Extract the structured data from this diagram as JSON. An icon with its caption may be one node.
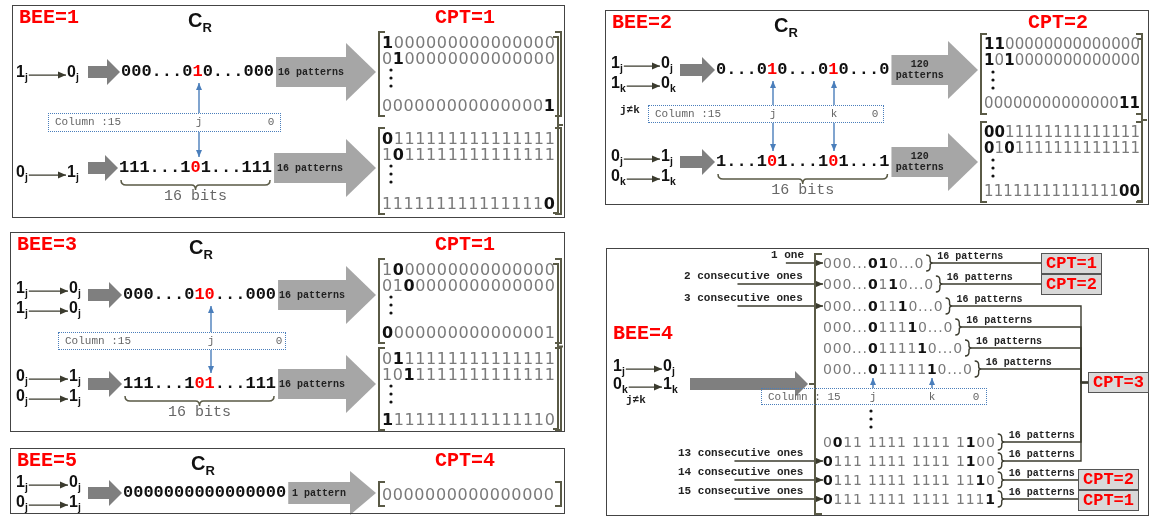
{
  "diagram": {
    "nodes": [
      {
        "text": [
          "BEE=1",
          "C$_{R}$"
        ]
      },
      {
        "text": [
          "1$_{j}$"
        ],
        "in": 0
      },
      {
        "text": [
          "0$_{j}$"
        ],
        "in": 0
      },
      {
        "text": [
          "000...0**1**0...000"
        ],
        "in": 0
      },
      {
        "text": [
          "Column :15",
          "j",
          "0"
        ],
        "in": 0
      },
      {
        "text": [
          "0$_{j}$"
        ],
        "in": 0
      },
      {
        "text": [
          "1$_{j}$"
        ],
        "in": 0
      },
      {
        "text": [
          "111...1**0**1...111"
        ],
        "beside": [
          "16 bits"
        ],
        "in": 0
      },
      {
        "text": [
          "CPT=1"
        ],
        "in": 0
      },
      {
        "text": [
          "**1**000000000000000",
          "0**1**00000000000000",
          "000000000000000**1**"
        ],
        "in": 8
      },
      {
        "text": [
          "**0**111111111111111",
          "1**0**11111111111111",
          "111111111111111**0**"
        ],
        "in": 8
      },
      {
        "text": [
          "BEE=2",
          "C$_{R}$"
        ]
      },
      {
        "text": [
          "1$_{j}$"
        ],
        "in": 11
      },
      {
        "text": [
          "0$_{j}$"
        ],
        "in": 11
      },
      {
        "text": [
          "1$_{k}$"
        ],
        "in": 11
      },
      {
        "text": [
          "0$_{k}$"
        ],
        "in": 11
      },
      {
        "text": [
          "0...0**1**0...0**1**0...0"
        ],
        "in": 11
      },
      {
        "text": [
          "Column :15",
          "j",
          "k",
          "0"
        ],
        "in": 11
      },
      {
        "text": [
          "0$_{j}$"
        ],
        "in": 11
      },
      {
        "text": [
          "1$_{j}$"
        ],
        "in": 11
      },
      {
        "text": [
          "0$_{k}$"
        ],
        "in": 11
      },
      {
        "text": [
          "1$_{k}$"
        ],
        "in": 11
      },
      {
        "text": [
          "1...1**0**1...1**0**1...1"
        ],
        "beside": [
          "16 bits"
        ],
        "in": 11
      },
      {
        "text": [
          "CPT=2"
        ],
        "in": 11
      },
      {
        "text": [
          "**11**00000000000000",
          "**1**0**1**0000000000000",
          "00000000000000**11**"
        ],
        "in": 23
      },
      {
        "text": [
          "**00**11111111111111",
          "**0**1**0**1111111111111",
          "11111111111111**00**"
        ],
        "in": 23
      },
      {
        "text": [
          "BEE=3",
          "C$_{R}$"
        ]
      },
      {
        "text": [
          "1$_{j}$"
        ],
        "in": 26
      },
      {
        "text": [
          "0$_{j}$"
        ],
        "in": 26
      },
      {
        "text": [
          "1$_{j}$"
        ],
        "in": 26
      },
      {
        "text": [
          "0$_{j}$"
        ],
        "in": 26
      },
      {
        "text": [
          "000...0**10**...000"
        ],
        "in": 26
      },
      {
        "text": [
          "Column :15",
          "j",
          "0"
        ],
        "in": 26
      },
      {
        "text": [
          "0$_{j}$"
        ],
        "in": 26
      },
      {
        "text": [
          "1$_{j}$"
        ],
        "in": 26
      },
      {
        "text": [
          "0$_{j}$"
        ],
        "in": 26
      },
      {
        "text": [
          "1$_{j}$"
        ],
        "in": 26
      },
      {
        "text": [
          "111...1**01**...111"
        ],
        "beside": [
          "16 bits"
        ],
        "in": 26
      },
      {
        "text": [
          "CPT=1"
        ],
        "in": 26
      },
      {
        "text": [
          "1**0**00000000000000",
          "01**0**0000000000000",
          "**0**000000000000001"
        ],
        "in": 38
      },
      {
        "text": [
          "0**1**11111111111111",
          "10**1**1111111111111",
          "**1**111111111111110"
        ],
        "in": 38
      },
      {
        "text": [
          "BEE=4"
        ]
      },
      {
        "text": [
          "1$_{j}$"
        ],
        "in": 41
      },
      {
        "text": [
          "0$_{j}$"
        ],
        "in": 41
      },
      {
        "text": [
          "0$_{k}$"
        ],
        "in": 41
      },
      {
        "text": [
          "1$_{k}$"
        ],
        "in": 41
      },
      {
        "text": [],
        "shape": "bracket",
        "in": 41
      },
      {
        "text": [
          "1 one"
        ],
        "in": 41
      },
      {
        "text": [
          "000...**01**0...0"
        ],
        "in": 41
      },
      {
        "text": [
          "CPT=1"
        ],
        "in": 41
      },
      {
        "text": [
          "2 consecutive ones"
        ],
        "in": 41
      },
      {
        "text": [
          "000...**0**1**1**0...0"
        ],
        "in": 41
      },
      {
        "text": [
          "CPT=2"
        ],
        "in": 41
      },
      {
        "text": [
          "3 consecutive ones"
        ],
        "in": 41
      },
      {
        "text": [
          "000...**0**11**1**0...0"
        ],
        "in": 41
      },
      {
        "text": [
          "000...**0**111**1**0...0"
        ],
        "in": 41
      },
      {
        "text": [
          "000...**0**1111**1**0...0"
        ],
        "in": 41
      },
      {
        "text": [
          "000...**0**11111**1**0...0"
        ],
        "in": 41
      },
      {
        "text": [
          "CPT=3"
        ],
        "in": 41
      },
      {
        "text": [
          "Column : 15",
          "j",
          "k",
          "0"
        ],
        "in": 41
      },
      {
        "text": [
          "0**0**11 1111 1111 1**1**00"
        ],
        "in": 41
      },
      {
        "text": [
          "13 consecutive ones"
        ],
        "in": 41
      },
      {
        "text": [
          "**0**111 1111 1111 1**1**00"
        ],
        "in": 41
      },
      {
        "text": [
          "14 consecutive ones"
        ],
        "in": 41
      },
      {
        "text": [
          "**0**111 1111 1111 11**1**0"
        ],
        "in": 41
      },
      {
        "text": [
          "CPT=2"
        ],
        "in": 41
      },
      {
        "text": [
          "15 consecutive ones"
        ],
        "in": 41
      },
      {
        "text": [
          "**0**111 1111 1111 111**1**"
        ],
        "in": 41
      },
      {
        "text": [
          "CPT=1"
        ],
        "in": 41
      },
      {
        "text": [
          "BEE=5",
          "C$_{R}$"
        ]
      },
      {
        "text": [
          "1$_{j}$"
        ],
        "in": 69
      },
      {
        "text": [
          "0$_{j}$"
        ],
        "in": 69
      },
      {
        "text": [
          "0$_{j}$"
        ],
        "in": 69
      },
      {
        "text": [
          "1$_{j}$"
        ],
        "in": 69
      },
      {
        "text": [
          "0000000000000000"
        ],
        "in": 69
      },
      {
        "text": [
          "CPT=4"
        ],
        "in": 69
      },
      {
        "text": [
          "0000000000000000"
        ],
        "in": 75
      }
    ],
    "edges": [
      {
        "from": 1,
        "to": 2,
        "arrow": "to"
      },
      {
        "from": 2,
        "to": 3,
        "arrow": "to",
        "style": "thick",
        "color": "#7f7f7f"
      },
      {
        "from": 4,
        "to": 3,
        "arrow": "to",
        "color": "#4a7ebb"
      },
      {
        "from": 5,
        "to": 6,
        "arrow": "to"
      },
      {
        "from": 6,
        "to": 7,
        "arrow": "to",
        "style": "thick",
        "color": "#7f7f7f"
      },
      {
        "from": 4,
        "to": 7,
        "arrow": "to",
        "color": "#4a7ebb"
      },
      {
        "from": 3,
        "to": 9,
        "arrow": "to",
        "label": "16 patterns",
        "style": "thick",
        "color": "#a6a6a6"
      },
      {
        "from": 7,
        "to": 10,
        "arrow": "to",
        "label": "16 patterns",
        "style": "thick",
        "color": "#a6a6a6"
      },
      {
        "from": 12,
        "to": 13,
        "arrow": "to"
      },
      {
        "from": 14,
        "to": 15,
        "arrow": "to"
      },
      {
        "from": 13,
        "to": 16,
        "arrow": "to",
        "style": "thick",
        "color": "#7f7f7f"
      },
      {
        "from": 17,
        "to": 16,
        "arrow": "to",
        "color": "#4a7ebb"
      },
      {
        "from": 17,
        "to": 16,
        "arrow": "to",
        "color": "#4a7ebb"
      },
      {
        "from": 18,
        "to": 19,
        "arrow": "to"
      },
      {
        "from": 20,
        "to": 21,
        "arrow": "to"
      },
      {
        "from": 19,
        "to": 22,
        "arrow": "to",
        "style": "thick",
        "color": "#7f7f7f"
      },
      {
        "from": 17,
        "to": 22,
        "arrow": "to",
        "color": "#4a7ebb"
      },
      {
        "from": 17,
        "to": 22,
        "arrow": "to",
        "color": "#4a7ebb"
      },
      {
        "from": 16,
        "to": 24,
        "arrow": "to",
        "label": "120 patterns",
        "style": "thick",
        "color": "#a6a6a6"
      },
      {
        "from": 22,
        "to": 25,
        "arrow": "to",
        "label": "120 patterns",
        "style": "thick",
        "color": "#a6a6a6"
      },
      {
        "from": 27,
        "to": 28,
        "arrow": "to"
      },
      {
        "from": 29,
        "to": 30,
        "arrow": "to"
      },
      {
        "from": 28,
        "to": 31,
        "arrow": "to",
        "style": "thick",
        "color": "#7f7f7f"
      },
      {
        "from": 32,
        "to": 31,
        "arrow": "to",
        "color": "#4a7ebb"
      },
      {
        "from": 33,
        "to": 34,
        "arrow": "to"
      },
      {
        "from": 35,
        "to": 36,
        "arrow": "to"
      },
      {
        "from": 34,
        "to": 37,
        "arrow": "to",
        "style": "thick",
        "color": "#7f7f7f"
      },
      {
        "from": 32,
        "to": 37,
        "arrow": "to",
        "color": "#4a7ebb"
      },
      {
        "from": 31,
        "to": 39,
        "arrow": "to",
        "label": "16 patterns",
        "style": "thick",
        "color": "#a6a6a6"
      },
      {
        "from": 37,
        "to": 40,
        "arrow": "to",
        "label": "16 patterns",
        "style": "thick",
        "color": "#a6a6a6"
      },
      {
        "from": 42,
        "to": 43,
        "arrow": "to"
      },
      {
        "from": 44,
        "to": 45,
        "arrow": "to"
      },
      {
        "from": 45,
        "to": 46,
        "arrow": "to",
        "style": "thick",
        "color": "#7f7f7f"
      },
      {
        "from": 47,
        "to": 48,
        "arrow": "to"
      },
      {
        "from": 48,
        "to": 49,
        "arrow": "none",
        "label": "16 patterns"
      },
      {
        "from": 50,
        "to": 51,
        "arrow": "to"
      },
      {
        "from": 51,
        "to": 52,
        "arrow": "none",
        "label": "16 patterns"
      },
      {
        "from": 53,
        "to": 54,
        "arrow": "to"
      },
      {
        "from": 54,
        "to": 58,
        "arrow": "none",
        "label": "16 patterns"
      },
      {
        "from": 55,
        "to": 58,
        "arrow": "none",
        "label": "16 patterns"
      },
      {
        "from": 56,
        "to": 58,
        "arrow": "none",
        "label": "16 patterns"
      },
      {
        "from": 57,
        "to": 58,
        "arrow": "none",
        "label": "16 patterns"
      },
      {
        "from": 59,
        "to": 57,
        "arrow": "to",
        "color": "#4a7ebb"
      },
      {
        "from": 59,
        "to": 57,
        "arrow": "to",
        "color": "#4a7ebb"
      },
      {
        "from": 60,
        "to": 58,
        "arrow": "none",
        "label": "16 patterns"
      },
      {
        "from": 61,
        "to": 62,
        "arrow": "to"
      },
      {
        "from": 62,
        "to": 58,
        "arrow": "none",
        "label": "16 patterns"
      },
      {
        "from": 63,
        "to": 64,
        "arrow": "to"
      },
      {
        "from": 64,
        "to": 65,
        "arrow": "none",
        "label": "16 patterns"
      },
      {
        "from": 66,
        "to": 67,
        "arrow": "to"
      },
      {
        "from": 67,
        "to": 68,
        "arrow": "none",
        "label": "16 patterns"
      },
      {
        "from": 70,
        "to": 71,
        "arrow": "to"
      },
      {
        "from": 72,
        "to": 73,
        "arrow": "to"
      },
      {
        "from": 73,
        "to": 74,
        "arrow": "to",
        "style": "thick",
        "color": "#7f7f7f"
      },
      {
        "from": 74,
        "to": 76,
        "arrow": "to",
        "label": "1 pattern",
        "style": "thick",
        "color": "#a6a6a6"
      }
    ],
    "labels": [
      "j≠k",
      "j≠k"
    ]
  }
}
